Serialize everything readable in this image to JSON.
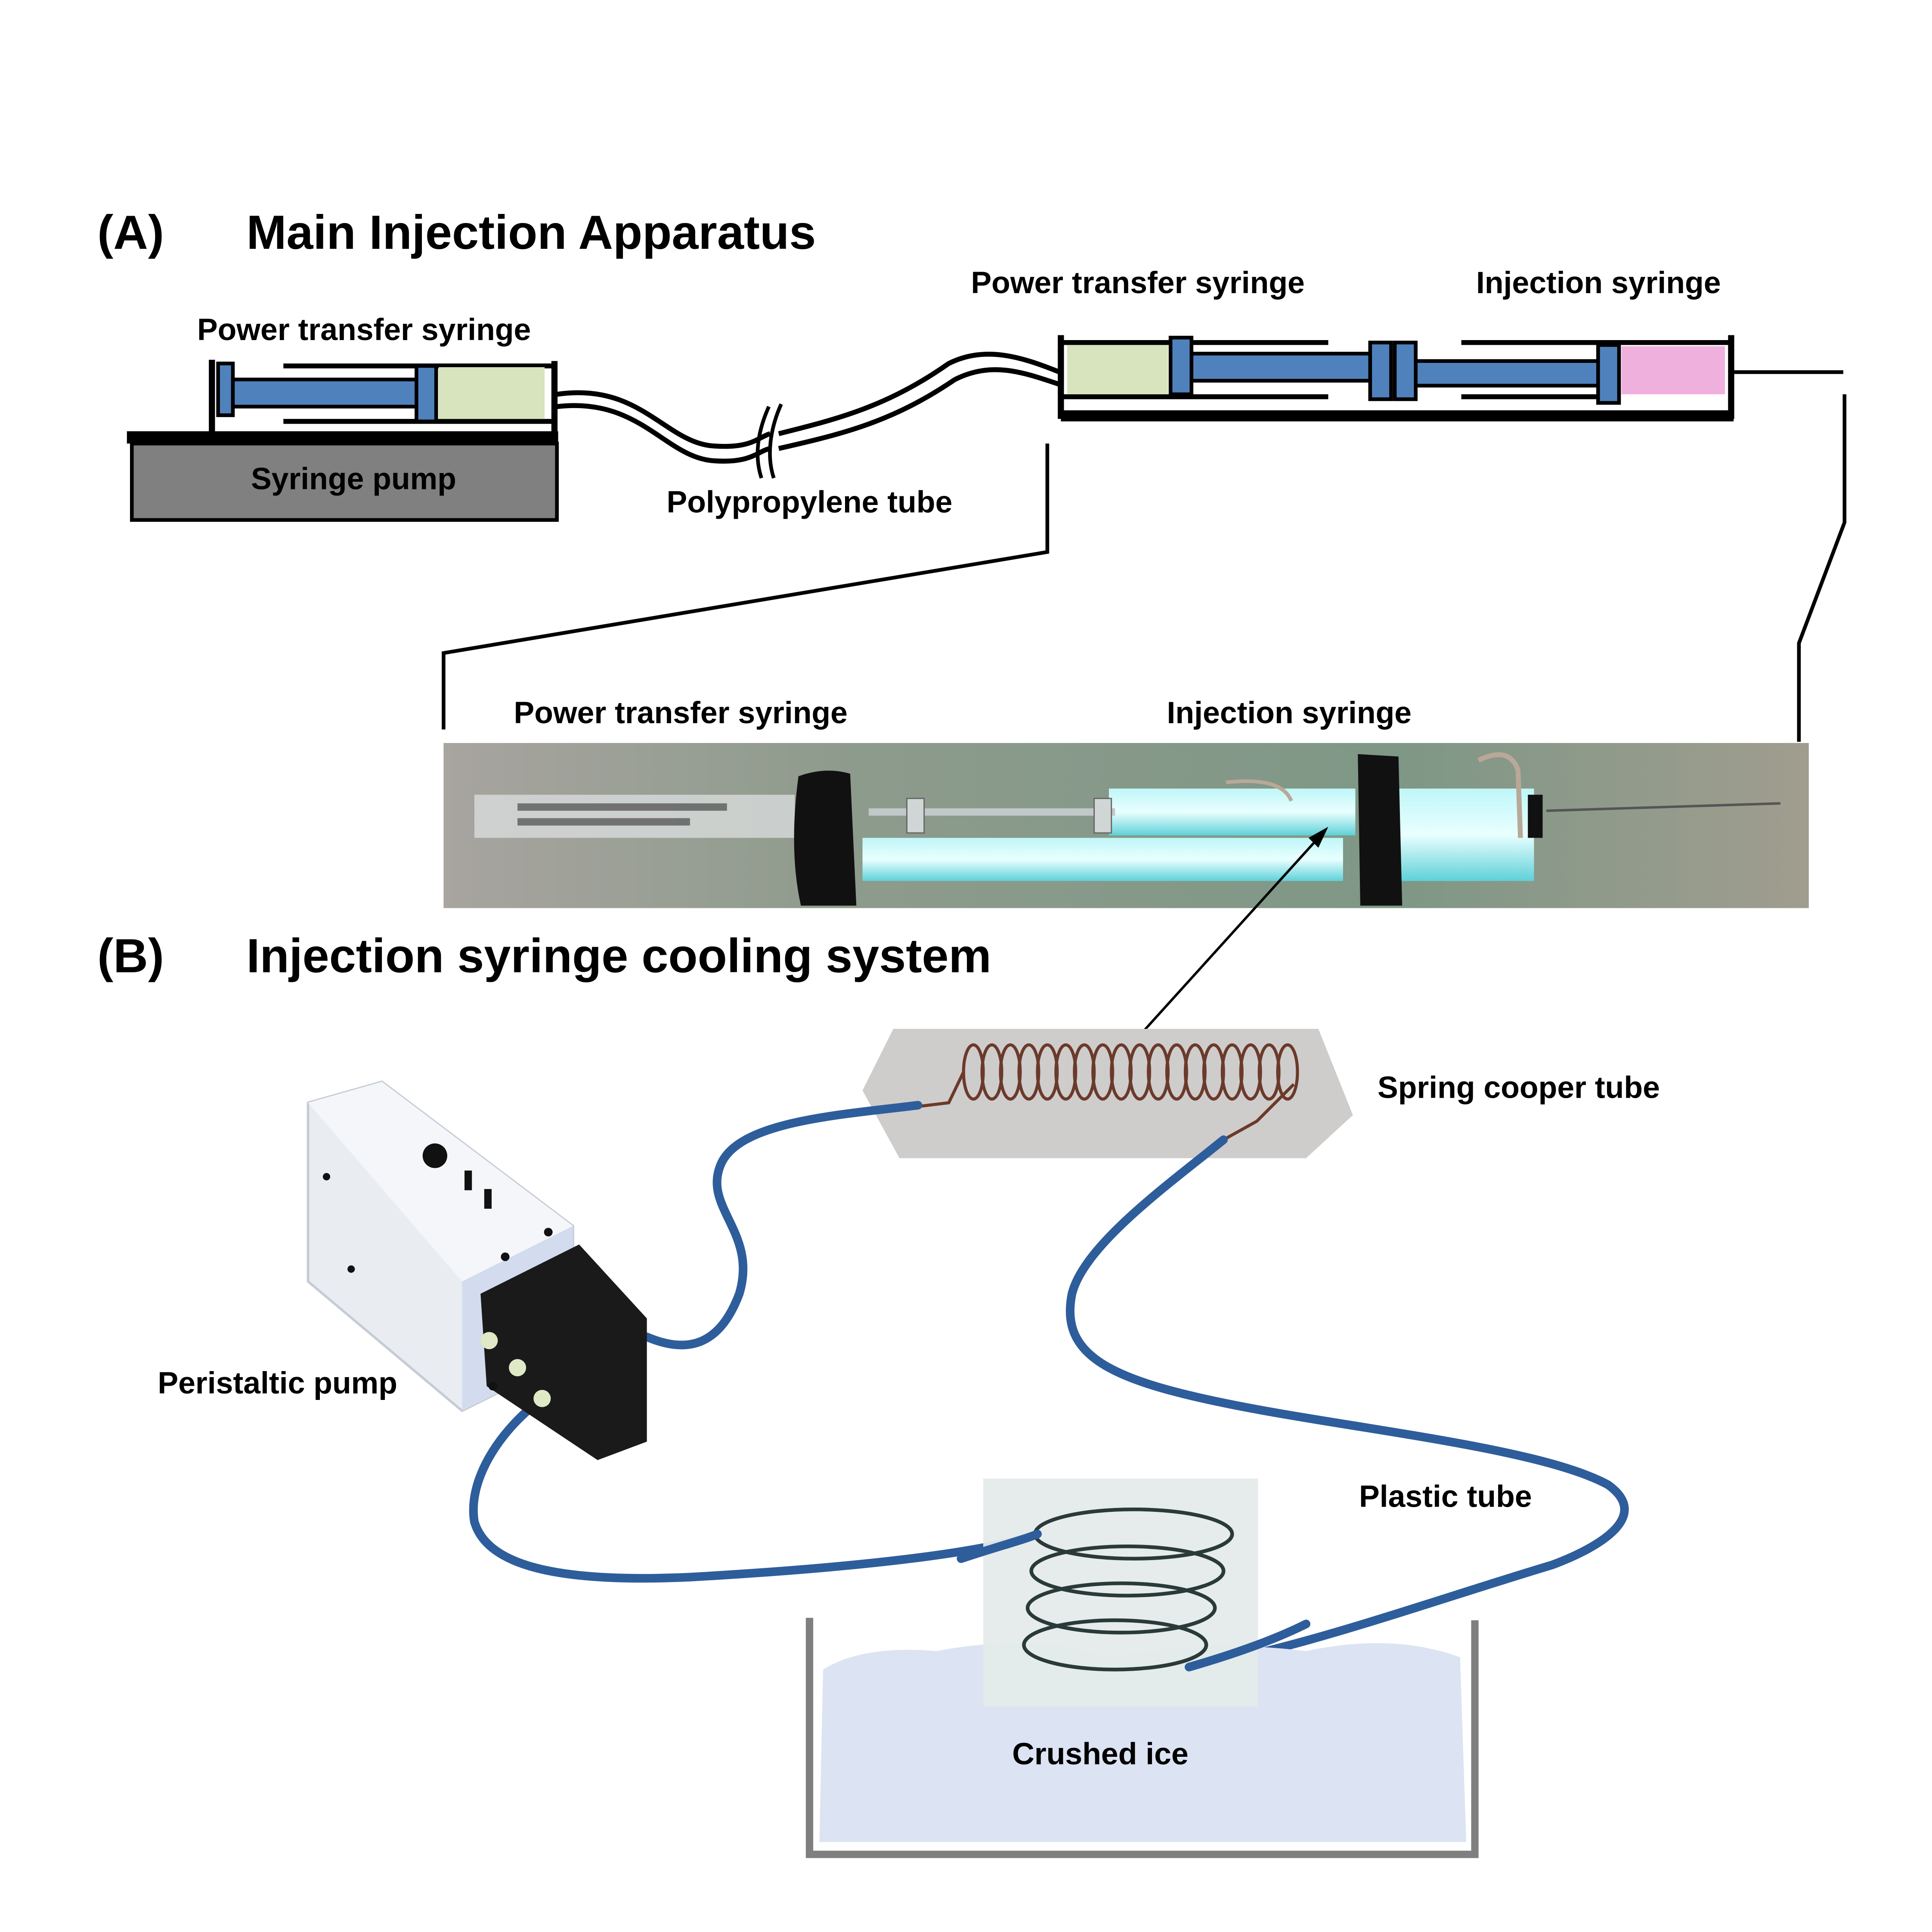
{
  "panel_a": {
    "letter": "(A)",
    "title": "Main Injection Apparatus",
    "left_syringe_label": "Power transfer syringe",
    "pump_label": "Syringe pump",
    "tube_label": "Polypropylene tube",
    "right_power_label": "Power transfer syringe",
    "right_injection_label": "Injection syringe",
    "photo_power_label": "Power transfer syringe",
    "photo_injection_label": "Injection syringe"
  },
  "panel_b": {
    "letter": "(B)",
    "title": "Injection syringe cooling system",
    "copper_label": "Spring cooper tube",
    "pump_label": "Peristaltic pump",
    "plastic_label": "Plastic tube",
    "ice_label": "Crushed ice"
  },
  "colors": {
    "plunger_blue": "#4f81bd",
    "fluid_green": "#d7e4bd",
    "fluid_pink": "#f0b0de",
    "pump_gray": "#808080",
    "tube_blue": "#2e5d9b",
    "ice": "#dce3f2",
    "copper": "#6b3a2a"
  }
}
